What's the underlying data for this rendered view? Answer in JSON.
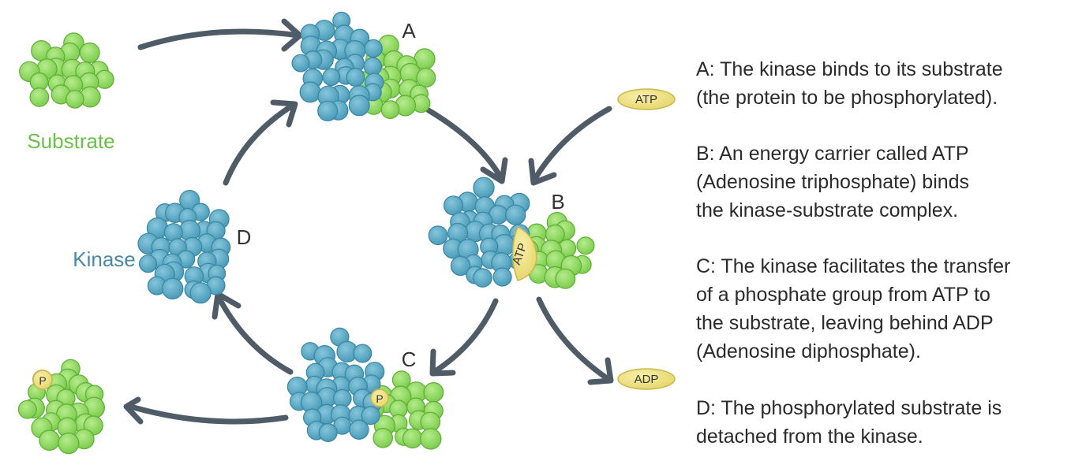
{
  "labels": {
    "substrate": "Substrate",
    "kinase": "Kinase",
    "a": "A",
    "b": "B",
    "c": "C",
    "d": "D",
    "atp_pill": "ATP",
    "adp_pill": "ADP",
    "atp_bound": "ATP",
    "phosphate": "P"
  },
  "descriptions": [
    {
      "lines": [
        "A: The kinase binds to its substrate",
        "(the protein to be phosphorylated)."
      ]
    },
    {
      "lines": [
        "B: An energy carrier called ATP",
        "(Adenosine triphosphate) binds",
        "the kinase-substrate complex."
      ]
    },
    {
      "lines": [
        "C: The kinase facilitates the transfer",
        "of a phosphate group from ATP to",
        "the substrate, leaving behind ADP",
        "(Adenosine diphosphate)."
      ]
    },
    {
      "lines": [
        "D: The phosphorylated substrate is",
        "detached from the kinase."
      ]
    }
  ],
  "colors": {
    "substrate_fill": "#8dd65f",
    "substrate_stroke": "#5fae35",
    "substrate_label": "#6cc04a",
    "kinase_fill": "#5aa9c4",
    "kinase_stroke": "#3a86a3",
    "kinase_label": "#4a88aa",
    "atp_fill": "#f2e58a",
    "atp_stroke": "#c8b84a",
    "arrow": "#4f5b66",
    "text": "#2b2b2b"
  }
}
